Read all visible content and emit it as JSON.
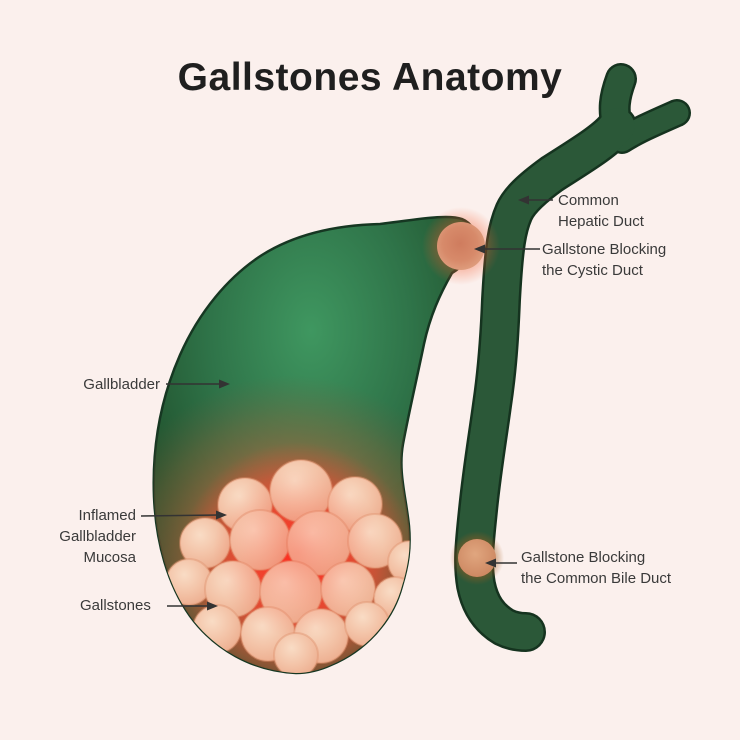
{
  "page": {
    "title": "Gallstones Anatomy"
  },
  "labels": {
    "common_hepatic_duct": "Common\nHepatic Duct",
    "gallstone_cystic_duct": "Gallstone Blocking\nthe Cystic Duct",
    "gallbladder": "Gallbladder",
    "inflamed_mucosa": "Inflamed\nGallbladder\nMucosa",
    "gallstones": "Gallstones",
    "gallstone_bile_duct": "Gallstone Blocking\nthe Common Bile Duct"
  },
  "colors": {
    "background": "#fbf0ed",
    "duct_green": "#2b5838",
    "duct_outline": "#15331f",
    "gallbladder_light_green": "#3f9760",
    "gallbladder_dark_green": "#1c4428",
    "inflammation_red": "#f0503f",
    "gallstone_fill": "#f3bca2",
    "blocking_stone_fill": "#d78a6a",
    "stone_glow_orange": "#f25c30",
    "label_text": "#3a3a3a",
    "title_text": "#1f1f1f",
    "arrow": "#333333"
  }
}
